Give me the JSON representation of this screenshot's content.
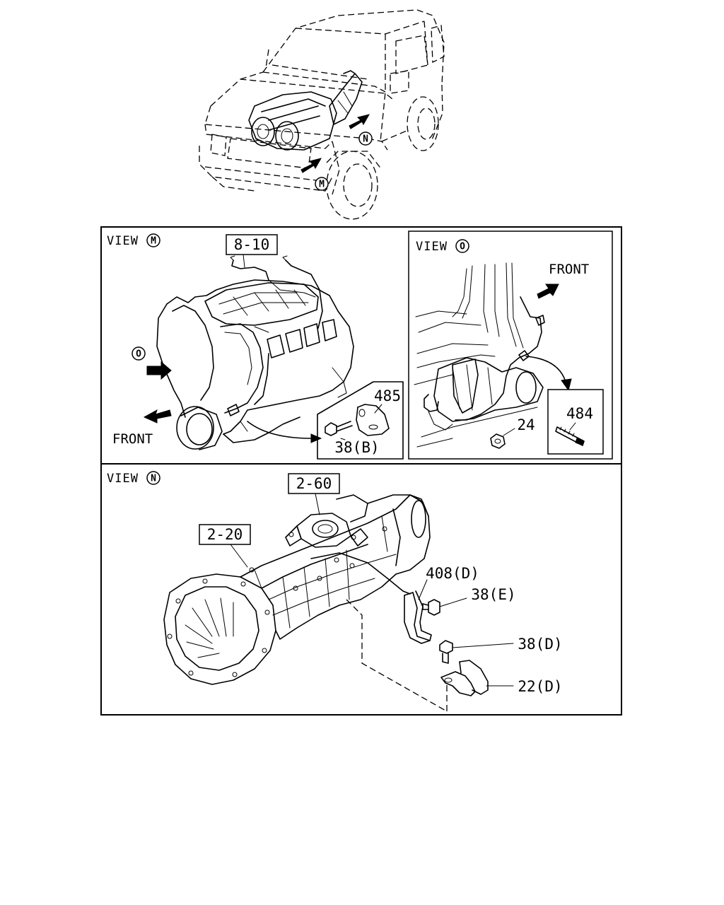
{
  "views": {
    "M": {
      "prefix": "VIEW",
      "letter": "M"
    },
    "O": {
      "prefix": "VIEW",
      "letter": "O"
    },
    "N": {
      "prefix": "VIEW",
      "letter": "N"
    }
  },
  "markers": {
    "M": "M",
    "N": "N",
    "O": "O"
  },
  "direction_labels": {
    "front_m": "FRONT",
    "front_o": "FRONT"
  },
  "ref_boxes": {
    "harness": "8-10",
    "transmission": "2-20",
    "shift_cover": "2-60"
  },
  "part_labels": {
    "clip_485": "485",
    "bolt_38b": "38(B)",
    "nut_24": "24",
    "clip_484": "484",
    "bracket_408d": "408(D)",
    "bolt_38e": "38(E)",
    "bolt_38d": "38(D)",
    "clip_22d": "22(D)"
  }
}
